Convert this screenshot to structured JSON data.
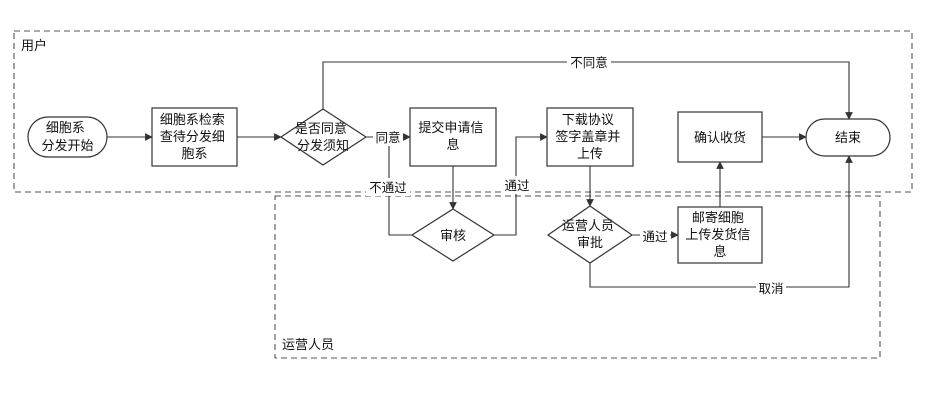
{
  "lanes": {
    "user": "用户",
    "ops": "运营人员"
  },
  "nodes": {
    "start": [
      "细胞系",
      "分发开始"
    ],
    "search": [
      "细胞系检索",
      "查待分发细",
      "胞系"
    ],
    "agree": [
      "是否同意",
      "分发须知"
    ],
    "submit": [
      "提交申请信",
      "息"
    ],
    "review": [
      "审核"
    ],
    "download": [
      "下载协议",
      "签字盖章并",
      "上传"
    ],
    "ops_approve": [
      "运营人员",
      "审批"
    ],
    "mail": [
      "邮寄细胞",
      "上传发货信",
      "息"
    ],
    "confirm": [
      "确认收货"
    ],
    "end": [
      "结束"
    ]
  },
  "edges": {
    "disagree": "不同意",
    "agree": "同意",
    "reject": "不通过",
    "pass_review": "通过",
    "pass_approve": "通过",
    "cancel": "取消"
  },
  "colors": {
    "stroke": "#333333",
    "lane_border": "#555555",
    "fill": "#ffffff"
  }
}
